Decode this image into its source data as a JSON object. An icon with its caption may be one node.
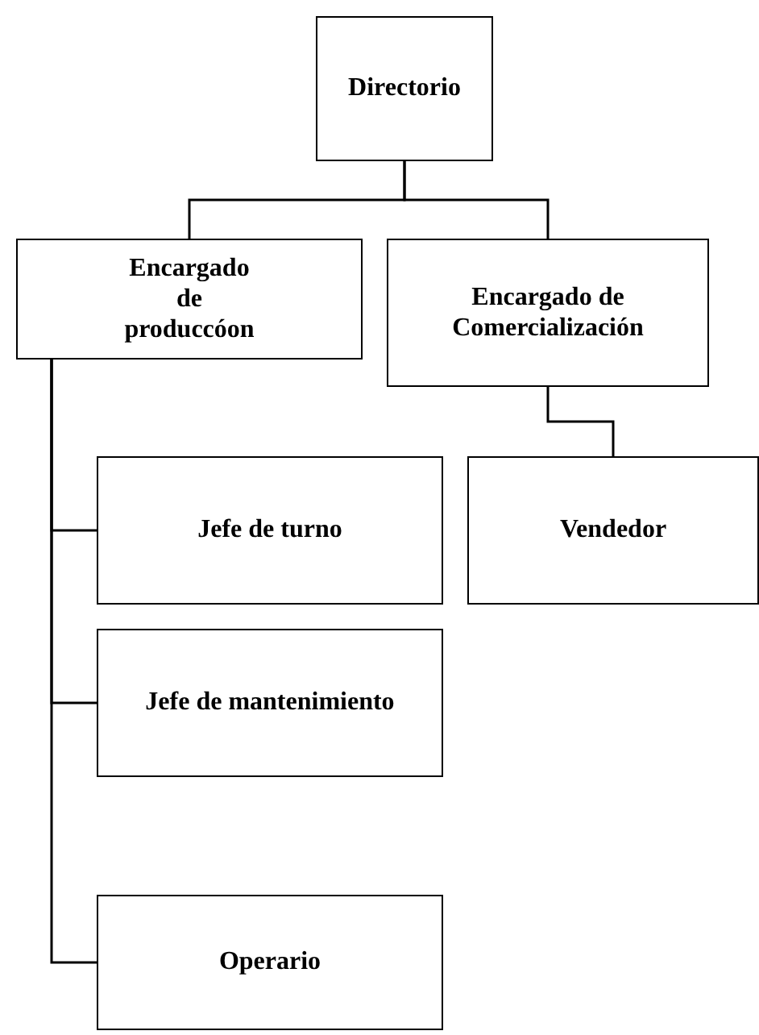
{
  "diagram": {
    "nodes": [
      {
        "text": [
          "Directorio"
        ]
      },
      {
        "text": [
          "Encargado de produccóon"
        ]
      },
      {
        "text": [
          "Encargado de Comercialización"
        ]
      },
      {
        "text": [
          "Jefe de turno"
        ]
      },
      {
        "text": [
          "Jefe de mantenimiento"
        ]
      },
      {
        "text": [
          "Operario"
        ]
      },
      {
        "text": [
          "Vendedor"
        ]
      }
    ],
    "edges": [
      {
        "from": 0,
        "to": 1,
        "arrow": "none"
      },
      {
        "from": 0,
        "to": 2,
        "arrow": "none"
      },
      {
        "from": 1,
        "to": 3,
        "arrow": "none"
      },
      {
        "from": 1,
        "to": 4,
        "arrow": "none"
      },
      {
        "from": 1,
        "to": 5,
        "arrow": "none"
      },
      {
        "from": 2,
        "to": 6,
        "arrow": "none"
      }
    ]
  }
}
